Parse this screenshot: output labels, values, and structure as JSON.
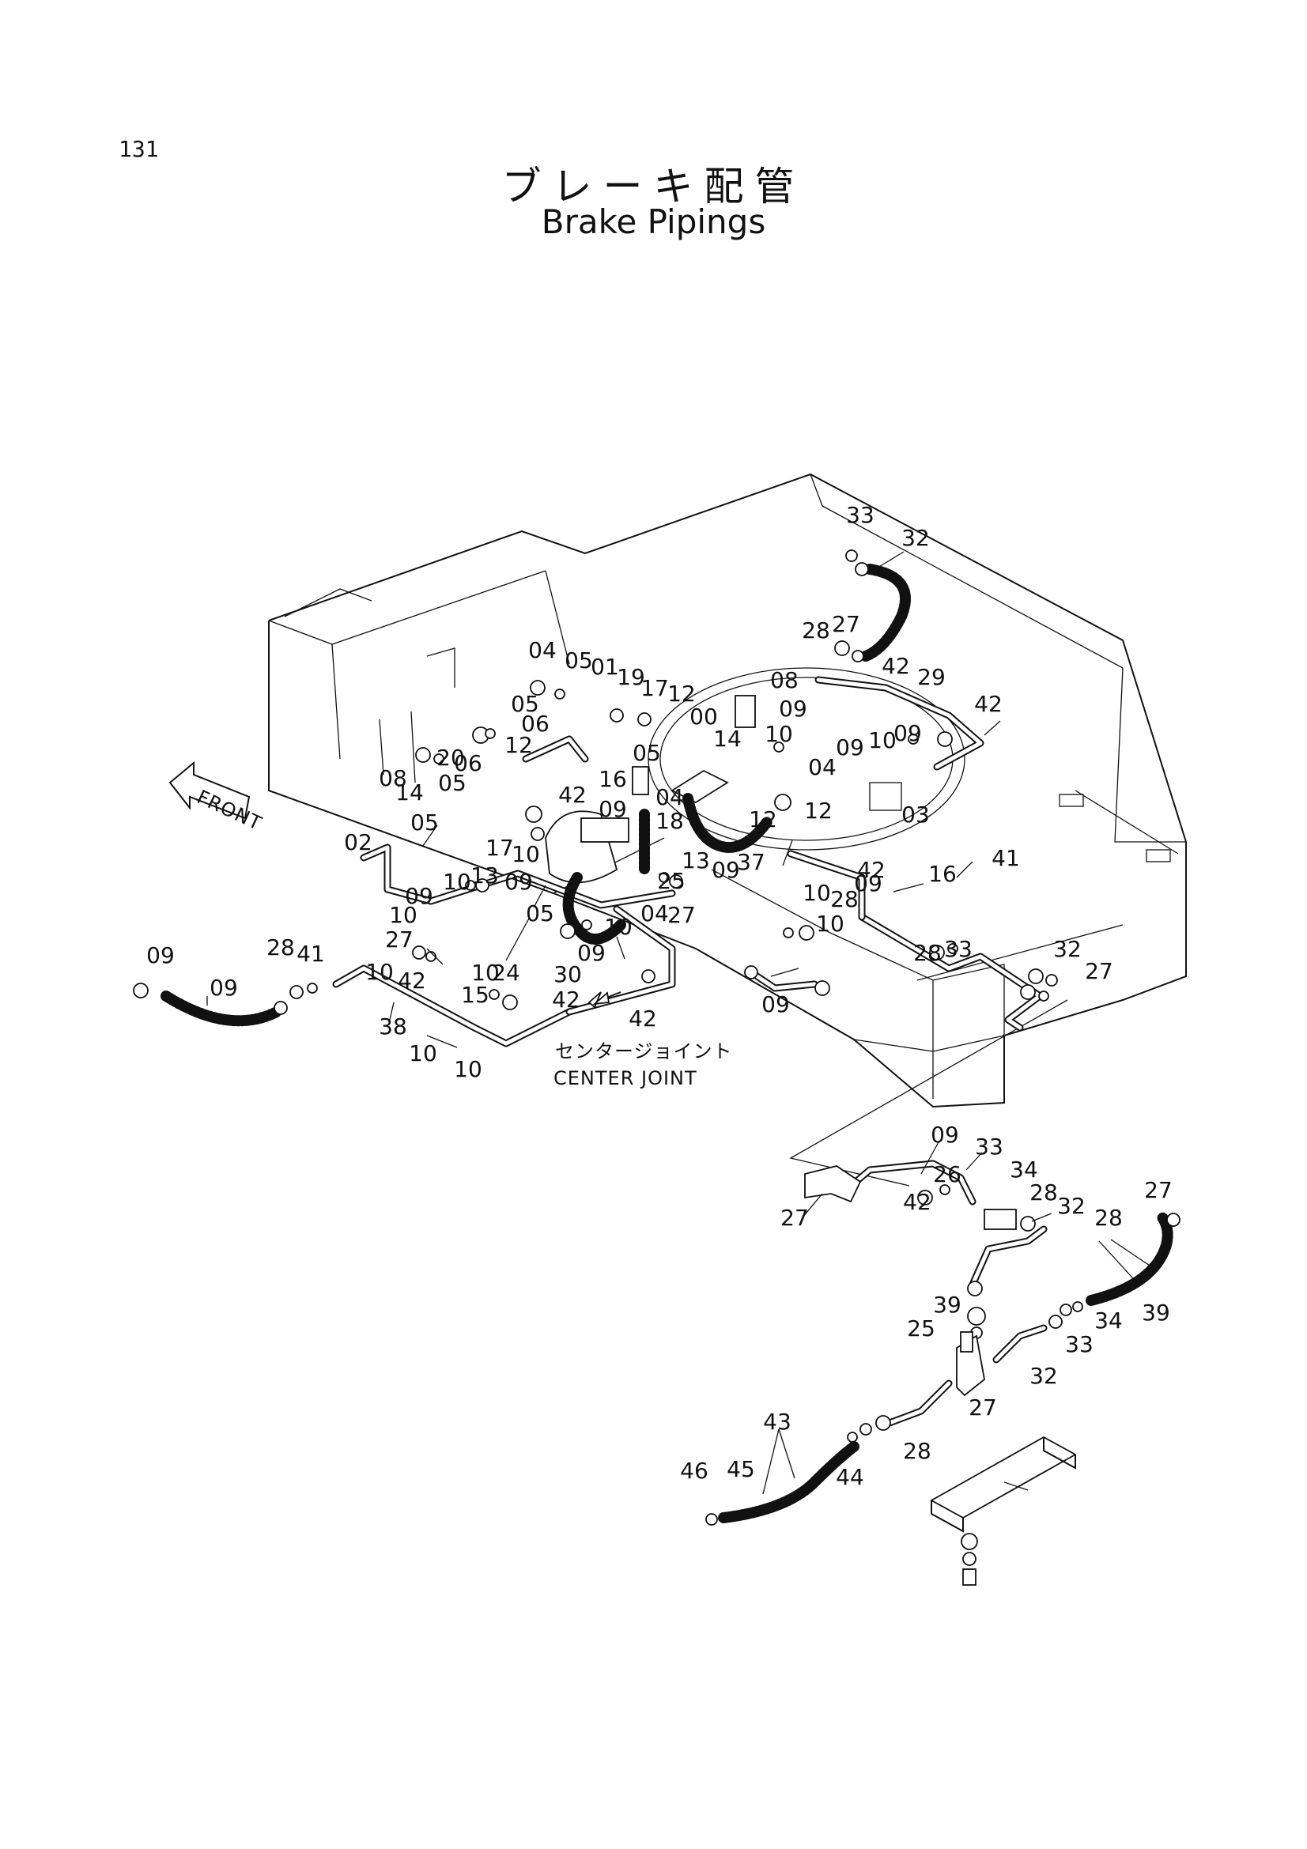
{
  "page_number": "131",
  "title_jp": "ブレーキ配管",
  "title_en": "Brake Pipings",
  "direction_marker": "FRONT",
  "center_joint_jp": "センタージョイント",
  "center_joint_en": "CENTER JOINT",
  "callouts": [
    {
      "id": "c1",
      "text": "33"
    },
    {
      "id": "c2",
      "text": "32"
    },
    {
      "id": "c3",
      "text": "28"
    },
    {
      "id": "c4",
      "text": "27"
    },
    {
      "id": "c5",
      "text": "04"
    },
    {
      "id": "c6",
      "text": "05"
    },
    {
      "id": "c7",
      "text": "01"
    },
    {
      "id": "c8",
      "text": "19"
    },
    {
      "id": "c9",
      "text": "17"
    },
    {
      "id": "c10",
      "text": "12"
    },
    {
      "id": "c11",
      "text": "08"
    },
    {
      "id": "c12",
      "text": "42"
    },
    {
      "id": "c13",
      "text": "29"
    },
    {
      "id": "c14",
      "text": "00"
    },
    {
      "id": "c15",
      "text": "09"
    },
    {
      "id": "c16",
      "text": "42"
    },
    {
      "id": "c17",
      "text": "05"
    },
    {
      "id": "c18",
      "text": "06"
    },
    {
      "id": "c19",
      "text": "14"
    },
    {
      "id": "c20",
      "text": "09"
    },
    {
      "id": "c21",
      "text": "10"
    },
    {
      "id": "c22",
      "text": "09"
    },
    {
      "id": "c23",
      "text": "06"
    },
    {
      "id": "c24",
      "text": "05"
    },
    {
      "id": "c25",
      "text": "20"
    },
    {
      "id": "c26",
      "text": "12"
    },
    {
      "id": "c27",
      "text": "10"
    },
    {
      "id": "c28",
      "text": "04"
    },
    {
      "id": "c29",
      "text": "08"
    },
    {
      "id": "c30",
      "text": "05"
    },
    {
      "id": "c31",
      "text": "14"
    },
    {
      "id": "c32",
      "text": "16"
    },
    {
      "id": "c33",
      "text": "04"
    },
    {
      "id": "c34",
      "text": "12"
    },
    {
      "id": "c35",
      "text": "42"
    },
    {
      "id": "c36",
      "text": "03"
    },
    {
      "id": "c37",
      "text": "05"
    },
    {
      "id": "c38",
      "text": "12"
    },
    {
      "id": "c39",
      "text": "09"
    },
    {
      "id": "c40",
      "text": "18"
    },
    {
      "id": "c41",
      "text": "17"
    },
    {
      "id": "c42",
      "text": "10"
    },
    {
      "id": "c43",
      "text": "13"
    },
    {
      "id": "c44",
      "text": "37"
    },
    {
      "id": "c45",
      "text": "16"
    },
    {
      "id": "c46",
      "text": "02"
    },
    {
      "id": "c47",
      "text": "09"
    },
    {
      "id": "c48",
      "text": "25"
    },
    {
      "id": "c49",
      "text": "09"
    },
    {
      "id": "c50",
      "text": "42"
    },
    {
      "id": "c51",
      "text": "41"
    },
    {
      "id": "c52",
      "text": "09"
    },
    {
      "id": "c53",
      "text": "10"
    },
    {
      "id": "c54",
      "text": "13"
    },
    {
      "id": "c55",
      "text": "05"
    },
    {
      "id": "c56",
      "text": "04"
    },
    {
      "id": "c57",
      "text": "27"
    },
    {
      "id": "c58",
      "text": "10"
    },
    {
      "id": "c59",
      "text": "28"
    },
    {
      "id": "c60",
      "text": "10"
    },
    {
      "id": "c61",
      "text": "09"
    },
    {
      "id": "c62",
      "text": "33"
    },
    {
      "id": "c63",
      "text": "28"
    },
    {
      "id": "c64",
      "text": "10"
    },
    {
      "id": "c65",
      "text": "09"
    },
    {
      "id": "c66",
      "text": "41"
    },
    {
      "id": "c67",
      "text": "28"
    },
    {
      "id": "c68",
      "text": "32"
    },
    {
      "id": "c69",
      "text": "27"
    },
    {
      "id": "c70",
      "text": "09"
    },
    {
      "id": "c71",
      "text": "10"
    },
    {
      "id": "c72",
      "text": "27"
    },
    {
      "id": "c73",
      "text": "09"
    },
    {
      "id": "c74",
      "text": "10"
    },
    {
      "id": "c75",
      "text": "10"
    },
    {
      "id": "c76",
      "text": "42"
    },
    {
      "id": "c77",
      "text": "15"
    },
    {
      "id": "c78",
      "text": "24"
    },
    {
      "id": "c79",
      "text": "30"
    },
    {
      "id": "c80",
      "text": "42"
    },
    {
      "id": "c81",
      "text": "38"
    },
    {
      "id": "c82",
      "text": "42"
    },
    {
      "id": "c83",
      "text": "09"
    },
    {
      "id": "c84",
      "text": "10"
    },
    {
      "id": "c85",
      "text": "10"
    },
    {
      "id": "c86",
      "text": "09"
    },
    {
      "id": "c87",
      "text": "33"
    },
    {
      "id": "c88",
      "text": "26"
    },
    {
      "id": "c89",
      "text": "42"
    },
    {
      "id": "c90",
      "text": "34"
    },
    {
      "id": "c91",
      "text": "28"
    },
    {
      "id": "c92",
      "text": "27"
    },
    {
      "id": "c93",
      "text": "27"
    },
    {
      "id": "c94",
      "text": "32"
    },
    {
      "id": "c95",
      "text": "28"
    },
    {
      "id": "c96",
      "text": "39"
    },
    {
      "id": "c97",
      "text": "25"
    },
    {
      "id": "c98",
      "text": "34"
    },
    {
      "id": "c99",
      "text": "39"
    },
    {
      "id": "c100",
      "text": "33"
    },
    {
      "id": "c101",
      "text": "32"
    },
    {
      "id": "c102",
      "text": "27"
    },
    {
      "id": "c103",
      "text": "28"
    },
    {
      "id": "c104",
      "text": "43"
    },
    {
      "id": "c105",
      "text": "46"
    },
    {
      "id": "c106",
      "text": "45"
    },
    {
      "id": "c107",
      "text": "44"
    }
  ]
}
